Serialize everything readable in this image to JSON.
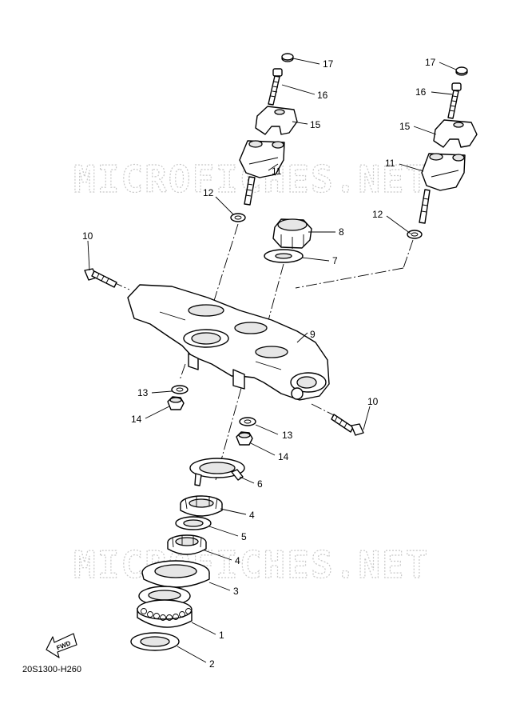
{
  "watermark": {
    "top": "MICROFICHES.NET",
    "bottom": "MICROFICHES.NET"
  },
  "diagram_ref": "20S1300-H260",
  "fwd_label": "FWD",
  "callouts": {
    "c17_left": "17",
    "c16_left": "16",
    "c15_left": "15",
    "c11_left": "11",
    "c12_left": "12",
    "c8": "8",
    "c7": "7",
    "c10_left": "10",
    "c9": "9",
    "c17_right": "17",
    "c16_right": "16",
    "c15_right": "15",
    "c11_right": "11",
    "c12_right": "12",
    "c13_left": "13",
    "c14_left": "14",
    "c10_right": "10",
    "c13_right": "13",
    "c14_right": "14",
    "c6": "6",
    "c4_top": "4",
    "c5": "5",
    "c4_bottom": "4",
    "c3": "3",
    "c1": "1",
    "c2": "2"
  }
}
